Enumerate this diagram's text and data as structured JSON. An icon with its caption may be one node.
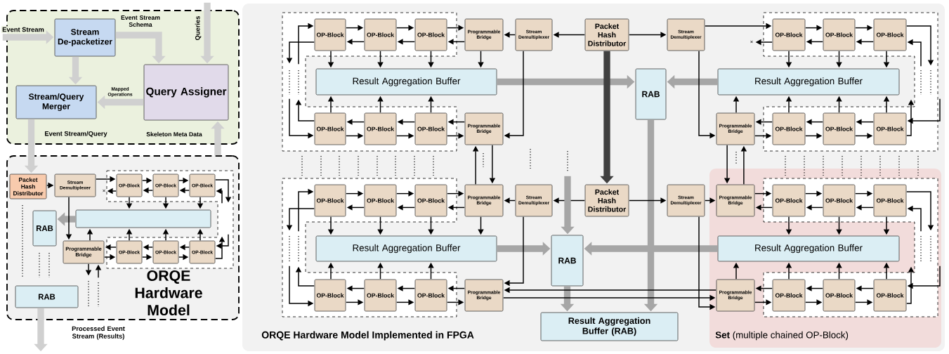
{
  "diagram": {
    "nodes": [
      {
        "text": [],
        "shape": "box"
      },
      {
        "text": [
          "Stream De-packetizer"
        ],
        "in": 0
      },
      {
        "text": [
          "Query Assigner"
        ],
        "in": 0
      },
      {
        "text": [
          "Stream/Query Merger"
        ],
        "in": 0
      },
      {
        "text": [
          "ORQE Hardware Model"
        ]
      },
      {
        "text": [
          "Packet Hash Distributor"
        ],
        "in": 4
      },
      {
        "text": [
          "Stream Demultiplexer"
        ],
        "in": 4
      },
      {
        "text": [
          "OP-Block"
        ],
        "in": 4
      },
      {
        "text": [
          "OP-Block"
        ],
        "in": 4
      },
      {
        "text": [
          "OP-Block"
        ],
        "in": 4
      },
      {
        "text": [
          "×"
        ],
        "in": 4
      },
      {
        "text": [
          "RAB"
        ],
        "in": 4
      },
      {
        "text": [],
        "shape": "box",
        "in": 4
      },
      {
        "text": [
          "Programmable Bridge"
        ],
        "in": 4
      },
      {
        "text": [
          "OP-Block"
        ],
        "in": 4
      },
      {
        "text": [
          "OP-Block"
        ],
        "in": 4
      },
      {
        "text": [
          "OP-Block"
        ],
        "in": 4
      },
      {
        "text": [
          "RAB"
        ],
        "in": 4
      },
      {
        "text": [
          "ORQE Hardware Model Implemented in FPGA"
        ]
      },
      {
        "text": [
          "OP-Block"
        ],
        "in": 18
      },
      {
        "text": [
          "OP-Block"
        ],
        "in": 18
      },
      {
        "text": [
          "OP-Block"
        ],
        "in": 18
      },
      {
        "text": [
          "Programmable Bridge"
        ],
        "in": 18
      },
      {
        "text": [
          "Stream Demultiplexer"
        ],
        "in": 18
      },
      {
        "text": [
          "Packet Hash Distributor"
        ],
        "in": 18
      },
      {
        "text": [
          "Stream Demultiplexer"
        ],
        "in": 18
      },
      {
        "text": [
          "×"
        ],
        "in": 18
      },
      {
        "text": [
          "OP-Block"
        ],
        "in": 18
      },
      {
        "text": [
          "OP-Block"
        ],
        "in": 18
      },
      {
        "text": [
          "OP-Block"
        ],
        "in": 18
      },
      {
        "text": [
          "Result Aggregation Buffer"
        ],
        "in": 18
      },
      {
        "text": [
          "RAB"
        ],
        "in": 18
      },
      {
        "text": [
          "Result Aggregation Buffer"
        ],
        "in": 18
      },
      {
        "text": [
          "OP-Block"
        ],
        "in": 18
      },
      {
        "text": [
          "OP-Block"
        ],
        "in": 18
      },
      {
        "text": [
          "OP-Block"
        ],
        "in": 18
      },
      {
        "text": [
          "Programmable Bridge"
        ],
        "in": 18
      },
      {
        "text": [
          "Programmable Bridge"
        ],
        "in": 18
      },
      {
        "text": [
          "OP-Block"
        ],
        "in": 18
      },
      {
        "text": [
          "OP-Block"
        ],
        "in": 18
      },
      {
        "text": [
          "OP-Block"
        ],
        "in": 18
      },
      {
        "text": [
          "**Set** (multiple chained OP-Block)"
        ],
        "in": 18
      },
      {
        "text": [
          "OP-Block"
        ],
        "in": 18
      },
      {
        "text": [
          "OP-Block"
        ],
        "in": 18
      },
      {
        "text": [
          "OP-Block"
        ],
        "in": 18
      },
      {
        "text": [
          "Programmable Bridge"
        ],
        "in": 18
      },
      {
        "text": [
          "Stream Demultiplexer"
        ],
        "in": 18
      },
      {
        "text": [
          "Packet Hash Distributor"
        ],
        "in": 18
      },
      {
        "text": [
          "Stream Demultiplexer"
        ],
        "in": 18
      },
      {
        "text": [
          "Programmable Bridge"
        ],
        "in": 41
      },
      {
        "text": [
          "OP-Block"
        ],
        "in": 41
      },
      {
        "text": [
          "OP-Block"
        ],
        "in": 41
      },
      {
        "text": [
          "OP-Block"
        ],
        "in": 41
      },
      {
        "text": [
          "Result Aggregation Buffer"
        ],
        "in": 18
      },
      {
        "text": [
          "RAB"
        ],
        "in": 18
      },
      {
        "text": [
          "Result Aggregation Buffer"
        ],
        "in": 41
      },
      {
        "text": [
          "OP-Block"
        ],
        "in": 18
      },
      {
        "text": [
          "OP-Block"
        ],
        "in": 18
      },
      {
        "text": [
          "OP-Block"
        ],
        "in": 18
      },
      {
        "text": [
          "Programmable Bridge"
        ],
        "in": 18
      },
      {
        "text": [
          "Programmable Bridge"
        ],
        "in": 41
      },
      {
        "text": [
          "OP-Block"
        ],
        "in": 41
      },
      {
        "text": [
          "OP-Block"
        ],
        "in": 41
      },
      {
        "text": [
          "OP-Block"
        ],
        "in": 41
      },
      {
        "text": [
          "Result Aggregation Buffer (RAB)"
        ],
        "in": 18
      }
    ],
    "edges": [
      {
        "from": null,
        "to": 1,
        "arrow": "to",
        "label": "Event Stream",
        "style": "thick",
        "color": "#d0d0d0"
      },
      {
        "from": 1,
        "to": 2,
        "arrow": "to",
        "label": "Event Stream Schema",
        "style": "thick",
        "color": "#d0d0d0"
      },
      {
        "from": null,
        "to": 2,
        "arrow": "to",
        "label": "Queries",
        "style": "thick",
        "color": "#d0d0d0"
      },
      {
        "from": 1,
        "to": 3,
        "arrow": "to",
        "style": "thick",
        "color": "#d0d0d0"
      },
      {
        "from": 2,
        "to": 3,
        "arrow": "to",
        "label": "Mapped Operations",
        "style": "thick",
        "color": "#d0d0d0"
      },
      {
        "from": 3,
        "to": 5,
        "arrow": "to",
        "label": "Event Stream/Query",
        "style": "thick",
        "color": "#d0d0d0"
      },
      {
        "from": 4,
        "to": 2,
        "arrow": "to",
        "label": "Skeleton Meta Data",
        "style": "thick",
        "color": "#d0d0d0"
      },
      {
        "from": 5,
        "to": 6,
        "arrow": "to"
      },
      {
        "from": 6,
        "to": 7,
        "arrow": "to"
      },
      {
        "from": 7,
        "to": 10,
        "arrow": "to"
      },
      {
        "from": 7,
        "to": 8,
        "arrow": "to"
      },
      {
        "from": 8,
        "to": 7,
        "arrow": "to"
      },
      {
        "from": 8,
        "to": 9,
        "arrow": "to"
      },
      {
        "from": 9,
        "to": 8,
        "arrow": "to"
      },
      {
        "from": 9,
        "to": null,
        "arrow": "to"
      },
      {
        "from": null,
        "to": 9,
        "arrow": "to"
      },
      {
        "from": 7,
        "to": 12,
        "arrow": "to"
      },
      {
        "from": 8,
        "to": 12,
        "arrow": "to"
      },
      {
        "from": 9,
        "to": 12,
        "arrow": "to"
      },
      {
        "from": 12,
        "to": 11,
        "arrow": "to",
        "style": "thick",
        "color": "#a6a6a6"
      },
      {
        "from": 6,
        "to": 13,
        "arrow": "to"
      },
      {
        "from": 13,
        "to": 12,
        "arrow": "to"
      },
      {
        "from": 14,
        "to": 12,
        "arrow": "to"
      },
      {
        "from": 15,
        "to": 12,
        "arrow": "to"
      },
      {
        "from": 16,
        "to": 12,
        "arrow": "to"
      },
      {
        "from": 14,
        "to": 13,
        "arrow": "to"
      },
      {
        "from": 13,
        "to": 14,
        "arrow": "to"
      },
      {
        "from": 15,
        "to": 14,
        "arrow": "to"
      },
      {
        "from": 14,
        "to": 15,
        "arrow": "to"
      },
      {
        "from": 16,
        "to": 15,
        "arrow": "to"
      },
      {
        "from": 15,
        "to": 16,
        "arrow": "to"
      },
      {
        "from": null,
        "to": 16,
        "arrow": "to"
      },
      {
        "from": 16,
        "to": null,
        "arrow": "to"
      },
      {
        "from": 13,
        "to": null,
        "arrow": "to"
      },
      {
        "from": null,
        "to": 13,
        "arrow": "to"
      },
      {
        "from": 17,
        "to": null,
        "arrow": "to",
        "label": "Processed Event Stream (Results)",
        "style": "thick",
        "color": "#d0d0d0"
      },
      {
        "from": 19,
        "to": 20,
        "arrow": "to"
      },
      {
        "from": 20,
        "to": 19,
        "arrow": "to"
      },
      {
        "from": 20,
        "to": 21,
        "arrow": "to"
      },
      {
        "from": 21,
        "to": 20,
        "arrow": "to"
      },
      {
        "from": 21,
        "to": 22,
        "arrow": "to"
      },
      {
        "from": 22,
        "to": 21,
        "arrow": "to"
      },
      {
        "from": 23,
        "to": 22,
        "arrow": "to"
      },
      {
        "from": 24,
        "to": 23,
        "arrow": "to"
      },
      {
        "from": 24,
        "to": 25,
        "arrow": "to"
      },
      {
        "from": 25,
        "to": 27,
        "arrow": "to"
      },
      {
        "from": 27,
        "to": 26,
        "arrow": "to"
      },
      {
        "from": 27,
        "to": 28,
        "arrow": "to"
      },
      {
        "from": 28,
        "to": 27,
        "arrow": "to"
      },
      {
        "from": 28,
        "to": 29,
        "arrow": "to"
      },
      {
        "from": 29,
        "to": 28,
        "arrow": "to"
      },
      {
        "from": 29,
        "to": null,
        "arrow": "to"
      },
      {
        "from": null,
        "to": 29,
        "arrow": "to"
      },
      {
        "from": 19,
        "to": null,
        "arrow": "to"
      },
      {
        "from": null,
        "to": 19,
        "arrow": "to"
      },
      {
        "from": 19,
        "to": 30,
        "arrow": "to"
      },
      {
        "from": 20,
        "to": 30,
        "arrow": "to"
      },
      {
        "from": 21,
        "to": 30,
        "arrow": "to"
      },
      {
        "from": 22,
        "to": 30,
        "arrow": "to"
      },
      {
        "from": 27,
        "to": 32,
        "arrow": "to"
      },
      {
        "from": 28,
        "to": 32,
        "arrow": "to"
      },
      {
        "from": 29,
        "to": 32,
        "arrow": "to"
      },
      {
        "from": 30,
        "to": 31,
        "arrow": "to",
        "style": "thick",
        "color": "#a6a6a6"
      },
      {
        "from": 32,
        "to": 31,
        "arrow": "to",
        "style": "thick",
        "color": "#a6a6a6"
      },
      {
        "from": 24,
        "to": 47,
        "arrow": "to",
        "style": "thick",
        "color": "#404040"
      },
      {
        "from": 31,
        "to": 64,
        "arrow": "to",
        "style": "thick",
        "color": "#a6a6a6"
      },
      {
        "from": 34,
        "to": 33,
        "arrow": "to"
      },
      {
        "from": 33,
        "to": 34,
        "arrow": "to"
      },
      {
        "from": 35,
        "to": 34,
        "arrow": "to"
      },
      {
        "from": 34,
        "to": 35,
        "arrow": "to"
      },
      {
        "from": 36,
        "to": 35,
        "arrow": "to"
      },
      {
        "from": 35,
        "to": 36,
        "arrow": "to"
      },
      {
        "from": 23,
        "to": 36,
        "arrow": "to"
      },
      {
        "from": 33,
        "to": 30,
        "arrow": "to"
      },
      {
        "from": 34,
        "to": 30,
        "arrow": "to"
      },
      {
        "from": 35,
        "to": 30,
        "arrow": "to"
      },
      {
        "from": 33,
        "to": null,
        "arrow": "to"
      },
      {
        "from": null,
        "to": 33,
        "arrow": "to"
      },
      {
        "from": 38,
        "to": 37,
        "arrow": "to"
      },
      {
        "from": 37,
        "to": 38,
        "arrow": "to"
      },
      {
        "from": 39,
        "to": 38,
        "arrow": "to"
      },
      {
        "from": 38,
        "to": 39,
        "arrow": "to"
      },
      {
        "from": 40,
        "to": 39,
        "arrow": "to"
      },
      {
        "from": 39,
        "to": 40,
        "arrow": "to"
      },
      {
        "from": 25,
        "to": 37,
        "arrow": "to"
      },
      {
        "from": 37,
        "to": 32,
        "arrow": "to"
      },
      {
        "from": 38,
        "to": 32,
        "arrow": "to"
      },
      {
        "from": 39,
        "to": 32,
        "arrow": "to"
      },
      {
        "from": 40,
        "to": 32,
        "arrow": "to"
      },
      {
        "from": null,
        "to": 40,
        "arrow": "to"
      },
      {
        "from": 40,
        "to": null,
        "arrow": "to"
      },
      {
        "from": 45,
        "to": 36,
        "arrow": "to"
      },
      {
        "from": 36,
        "to": 45,
        "arrow": "to"
      },
      {
        "from": 37,
        "to": 49,
        "arrow": "to"
      },
      {
        "from": 49,
        "to": 37,
        "arrow": "to"
      },
      {
        "from": 42,
        "to": 43,
        "arrow": "to"
      },
      {
        "from": 43,
        "to": 42,
        "arrow": "to"
      },
      {
        "from": 43,
        "to": 44,
        "arrow": "to"
      },
      {
        "from": 44,
        "to": 43,
        "arrow": "to"
      },
      {
        "from": 44,
        "to": 45,
        "arrow": "to"
      },
      {
        "from": 45,
        "to": 44,
        "arrow": "to"
      },
      {
        "from": 46,
        "to": 45,
        "arrow": "to"
      },
      {
        "from": 47,
        "to": 46,
        "arrow": "to"
      },
      {
        "from": 47,
        "to": 48,
        "arrow": "to"
      },
      {
        "from": 48,
        "to": 49,
        "arrow": "to"
      },
      {
        "from": 49,
        "to": 50,
        "arrow": "to"
      },
      {
        "from": 50,
        "to": 49,
        "arrow": "to"
      },
      {
        "from": 50,
        "to": 51,
        "arrow": "to"
      },
      {
        "from": 51,
        "to": 50,
        "arrow": "to"
      },
      {
        "from": 51,
        "to": 52,
        "arrow": "to"
      },
      {
        "from": 52,
        "to": 51,
        "arrow": "to"
      },
      {
        "from": 42,
        "to": null,
        "arrow": "to"
      },
      {
        "from": null,
        "to": 42,
        "arrow": "to"
      },
      {
        "from": 52,
        "to": null,
        "arrow": "to"
      },
      {
        "from": null,
        "to": 52,
        "arrow": "to"
      },
      {
        "from": 42,
        "to": 53,
        "arrow": "to"
      },
      {
        "from": 43,
        "to": 53,
        "arrow": "to"
      },
      {
        "from": 44,
        "to": 53,
        "arrow": "to"
      },
      {
        "from": 45,
        "to": 53,
        "arrow": "to"
      },
      {
        "from": 50,
        "to": 55,
        "arrow": "to"
      },
      {
        "from": 51,
        "to": 55,
        "arrow": "to"
      },
      {
        "from": 52,
        "to": 55,
        "arrow": "to"
      },
      {
        "from": 53,
        "to": 54,
        "arrow": "to",
        "style": "thick",
        "color": "#a6a6a6"
      },
      {
        "from": 55,
        "to": 54,
        "arrow": "to",
        "style": "thick",
        "color": "#a6a6a6"
      },
      {
        "from": null,
        "to": 54,
        "arrow": "to",
        "style": "thick",
        "color": "#a6a6a6"
      },
      {
        "from": 54,
        "to": 64,
        "arrow": "to",
        "style": "thick",
        "color": "#a6a6a6"
      },
      {
        "from": 57,
        "to": 56,
        "arrow": "to"
      },
      {
        "from": 56,
        "to": 57,
        "arrow": "to"
      },
      {
        "from": 58,
        "to": 57,
        "arrow": "to"
      },
      {
        "from": 57,
        "to": 58,
        "arrow": "to"
      },
      {
        "from": 59,
        "to": 58,
        "arrow": "to"
      },
      {
        "from": 58,
        "to": 59,
        "arrow": "to"
      },
      {
        "from": 46,
        "to": 59,
        "arrow": "to"
      },
      {
        "from": 56,
        "to": 53,
        "arrow": "to"
      },
      {
        "from": 57,
        "to": 53,
        "arrow": "to"
      },
      {
        "from": 58,
        "to": 53,
        "arrow": "to"
      },
      {
        "from": 56,
        "to": null,
        "arrow": "to"
      },
      {
        "from": null,
        "to": 56,
        "arrow": "to"
      },
      {
        "from": 61,
        "to": 60,
        "arrow": "to"
      },
      {
        "from": 60,
        "to": 61,
        "arrow": "to"
      },
      {
        "from": 62,
        "to": 61,
        "arrow": "to"
      },
      {
        "from": 61,
        "to": 62,
        "arrow": "to"
      },
      {
        "from": 63,
        "to": 62,
        "arrow": "to"
      },
      {
        "from": 62,
        "to": 63,
        "arrow": "to"
      },
      {
        "from": 48,
        "to": 60,
        "arrow": "to"
      },
      {
        "from": 60,
        "to": 59,
        "arrow": "to"
      },
      {
        "from": 59,
        "to": 60,
        "arrow": "to"
      },
      {
        "from": 60,
        "to": 55,
        "arrow": "to"
      },
      {
        "from": 61,
        "to": 55,
        "arrow": "to"
      },
      {
        "from": 62,
        "to": 55,
        "arrow": "to"
      },
      {
        "from": 63,
        "to": 55,
        "arrow": "to"
      },
      {
        "from": null,
        "to": 63,
        "arrow": "to"
      },
      {
        "from": 63,
        "to": null,
        "arrow": "to"
      }
    ]
  }
}
